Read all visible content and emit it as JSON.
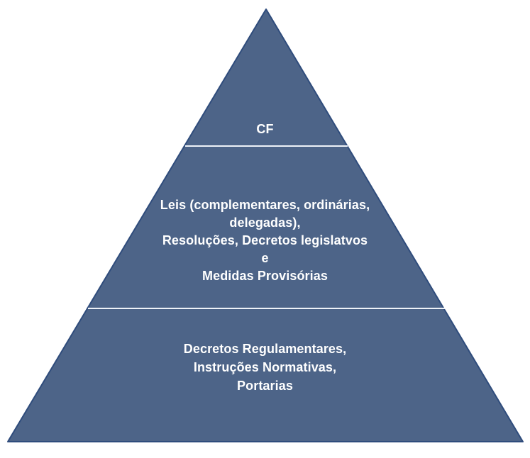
{
  "diagram": {
    "type": "pyramid",
    "colors": {
      "background": "#ffffff",
      "fill": "#4d6488",
      "stroke": "#2f4c7c",
      "divider": "#eef2f8",
      "text": "#ffffff"
    },
    "tiers": [
      {
        "id": "tier-1",
        "label": "CF"
      },
      {
        "id": "tier-2",
        "label": "Leis (complementares, ordinárias,\ndelegadas),\nResoluções, Decretos legislatvos\ne\nMedidas Provisórias"
      },
      {
        "id": "tier-3",
        "label": "Decretos Regulamentares,\nInstruções Normativas,\nPortarias"
      }
    ]
  }
}
